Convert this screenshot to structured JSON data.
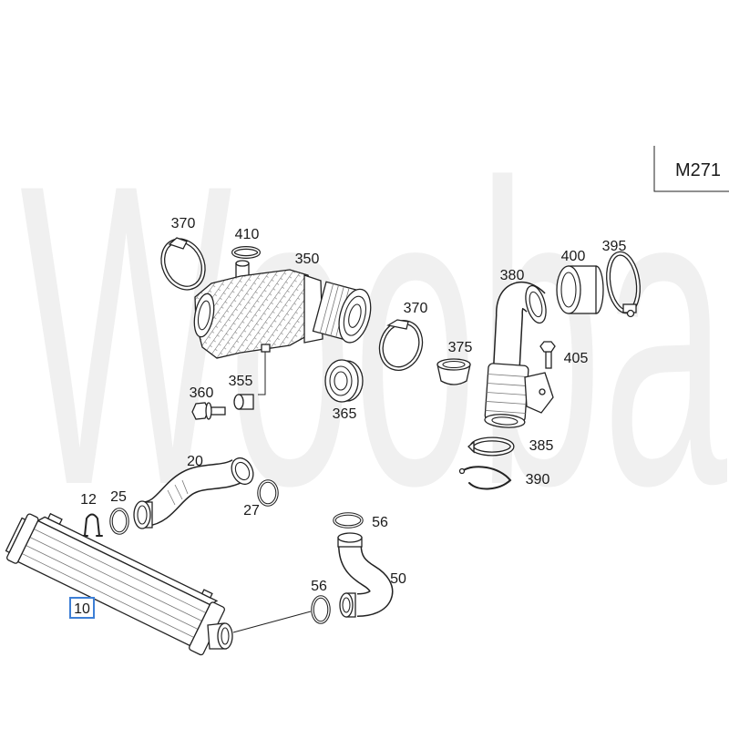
{
  "watermark": "Wooba",
  "engine_label": "M271",
  "callouts": {
    "clamp_370_left": "370",
    "oring_410": "410",
    "air_duct_350": "350",
    "clamp_370_right": "370",
    "bolt_360": "360",
    "sleeve_355": "355",
    "grommet_365": "365",
    "sleeve_375": "375",
    "hose_380": "380",
    "sleeve_400": "400",
    "clamp_395": "395",
    "bolt_405": "405",
    "clamp_385": "385",
    "clip_390": "390",
    "hose_20": "20",
    "clip_12": "12",
    "oring_25": "25",
    "ring_27": "27",
    "oring_56_top": "56",
    "hose_50": "50",
    "oring_56_lower": "56",
    "intercooler_10": "10"
  },
  "colors": {
    "line": "#222222",
    "highlight": "#3d7fd6",
    "watermark": "#f0f0f0",
    "background": "#ffffff"
  }
}
